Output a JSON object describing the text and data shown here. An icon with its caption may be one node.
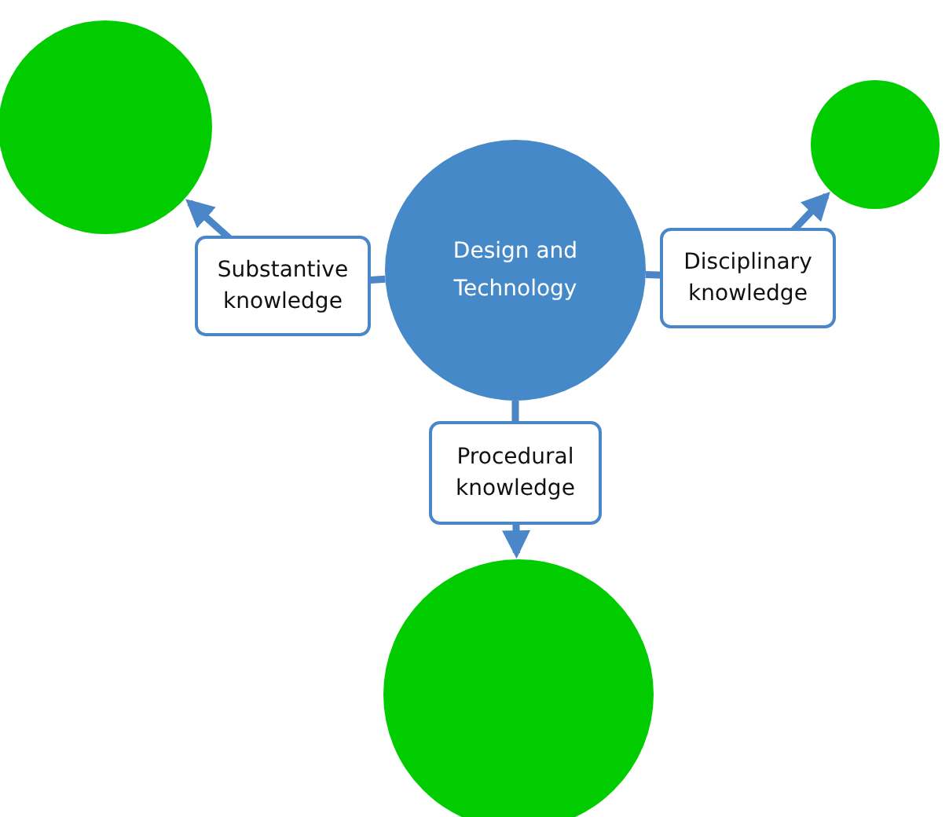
{
  "diagram": {
    "nodes": [
      {
        "text": [
          "Design and Technology"
        ]
      },
      {
        "text": [],
        "shape": "circle"
      },
      {
        "text": [],
        "shape": "circle"
      },
      {
        "text": [],
        "shape": "circle"
      }
    ],
    "edges": [
      {
        "from": 0,
        "to": 1,
        "arrow": "to",
        "label": "Substantive knowledge"
      },
      {
        "from": 0,
        "to": 2,
        "arrow": "to",
        "label": "Disciplinary knowledge"
      },
      {
        "from": 0,
        "to": 3,
        "arrow": "to",
        "label": "Procedural knowledge"
      }
    ]
  }
}
